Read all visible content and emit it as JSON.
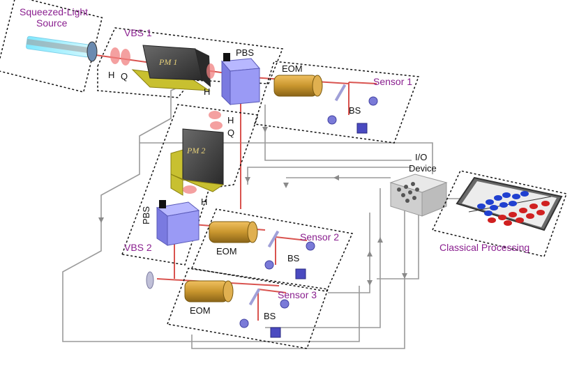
{
  "groups": {
    "source": {
      "line1": "Squeezed-Light",
      "line2": "Source"
    },
    "vbs1": "VBS 1",
    "vbs2": "VBS 2",
    "sensor1": "Sensor 1",
    "sensor2": "Sensor 2",
    "sensor3": "Sensor 3",
    "classical": "Classical Processing"
  },
  "components": {
    "pm1": "PM 1",
    "pm2": "PM 2",
    "pbs": "PBS",
    "eom": "EOM",
    "bs": "BS",
    "h": "H",
    "q": "Q",
    "io": {
      "line1": "I/O",
      "line2": "Device"
    }
  },
  "colors": {
    "beam": "#d9534f",
    "wire": "#9a9a9a",
    "label_purple": "#8a1f8f",
    "pbs_cube": "#8f8ff0",
    "pm_body": "#3a3a3a",
    "pm_base": "#c8c030",
    "eom_body": "#c9962e",
    "detector": "#7a7ad8",
    "dot_blue": "#2040d0",
    "dot_red": "#d02020"
  }
}
